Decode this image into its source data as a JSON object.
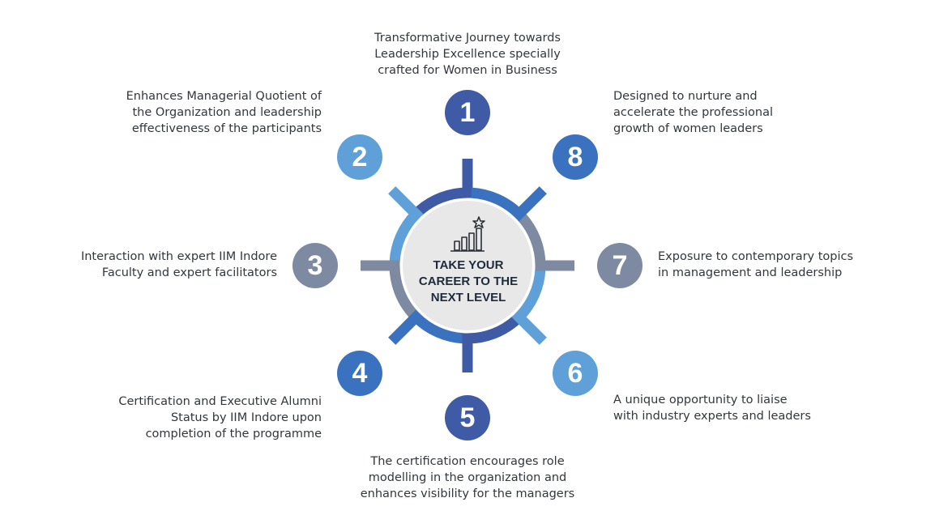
{
  "center": {
    "title": "TAKE YOUR\nCAREER TO THE\nNEXT LEVEL",
    "icon": "career-growth-chart-star-icon"
  },
  "points": [
    {
      "number": "1",
      "text": "Transformative Journey towards\nLeadership Excellence specially\ncrafted for Women in Business",
      "color": "#3f5ba6"
    },
    {
      "number": "2",
      "text": "Enhances Managerial Quotient of\nthe Organization and leadership\neffectiveness of the participants",
      "color": "#5fa0d8"
    },
    {
      "number": "3",
      "text": "Interaction with expert IIM Indore\nFaculty and expert facilitators",
      "color": "#7e8aa1"
    },
    {
      "number": "4",
      "text": "Certification and Executive Alumni\nStatus by IIM Indore upon\ncompletion of the programme",
      "color": "#3b72bf"
    },
    {
      "number": "5",
      "text": "The certification encourages role\nmodelling in the organization and\nenhances visibility for the managers",
      "color": "#3f5ba6"
    },
    {
      "number": "6",
      "text": "A unique opportunity to liaise\nwith industry experts and leaders",
      "color": "#5fa0d8"
    },
    {
      "number": "7",
      "text": "Exposure to contemporary topics\nin management and leadership",
      "color": "#7e8aa1"
    },
    {
      "number": "8",
      "text": "Designed to nurture and\naccelerate the professional\ngrowth of women leaders",
      "color": "#3b72bf"
    }
  ],
  "colors": {
    "center_disc": "#e8e8e8",
    "center_outline": "#2b2f36"
  }
}
